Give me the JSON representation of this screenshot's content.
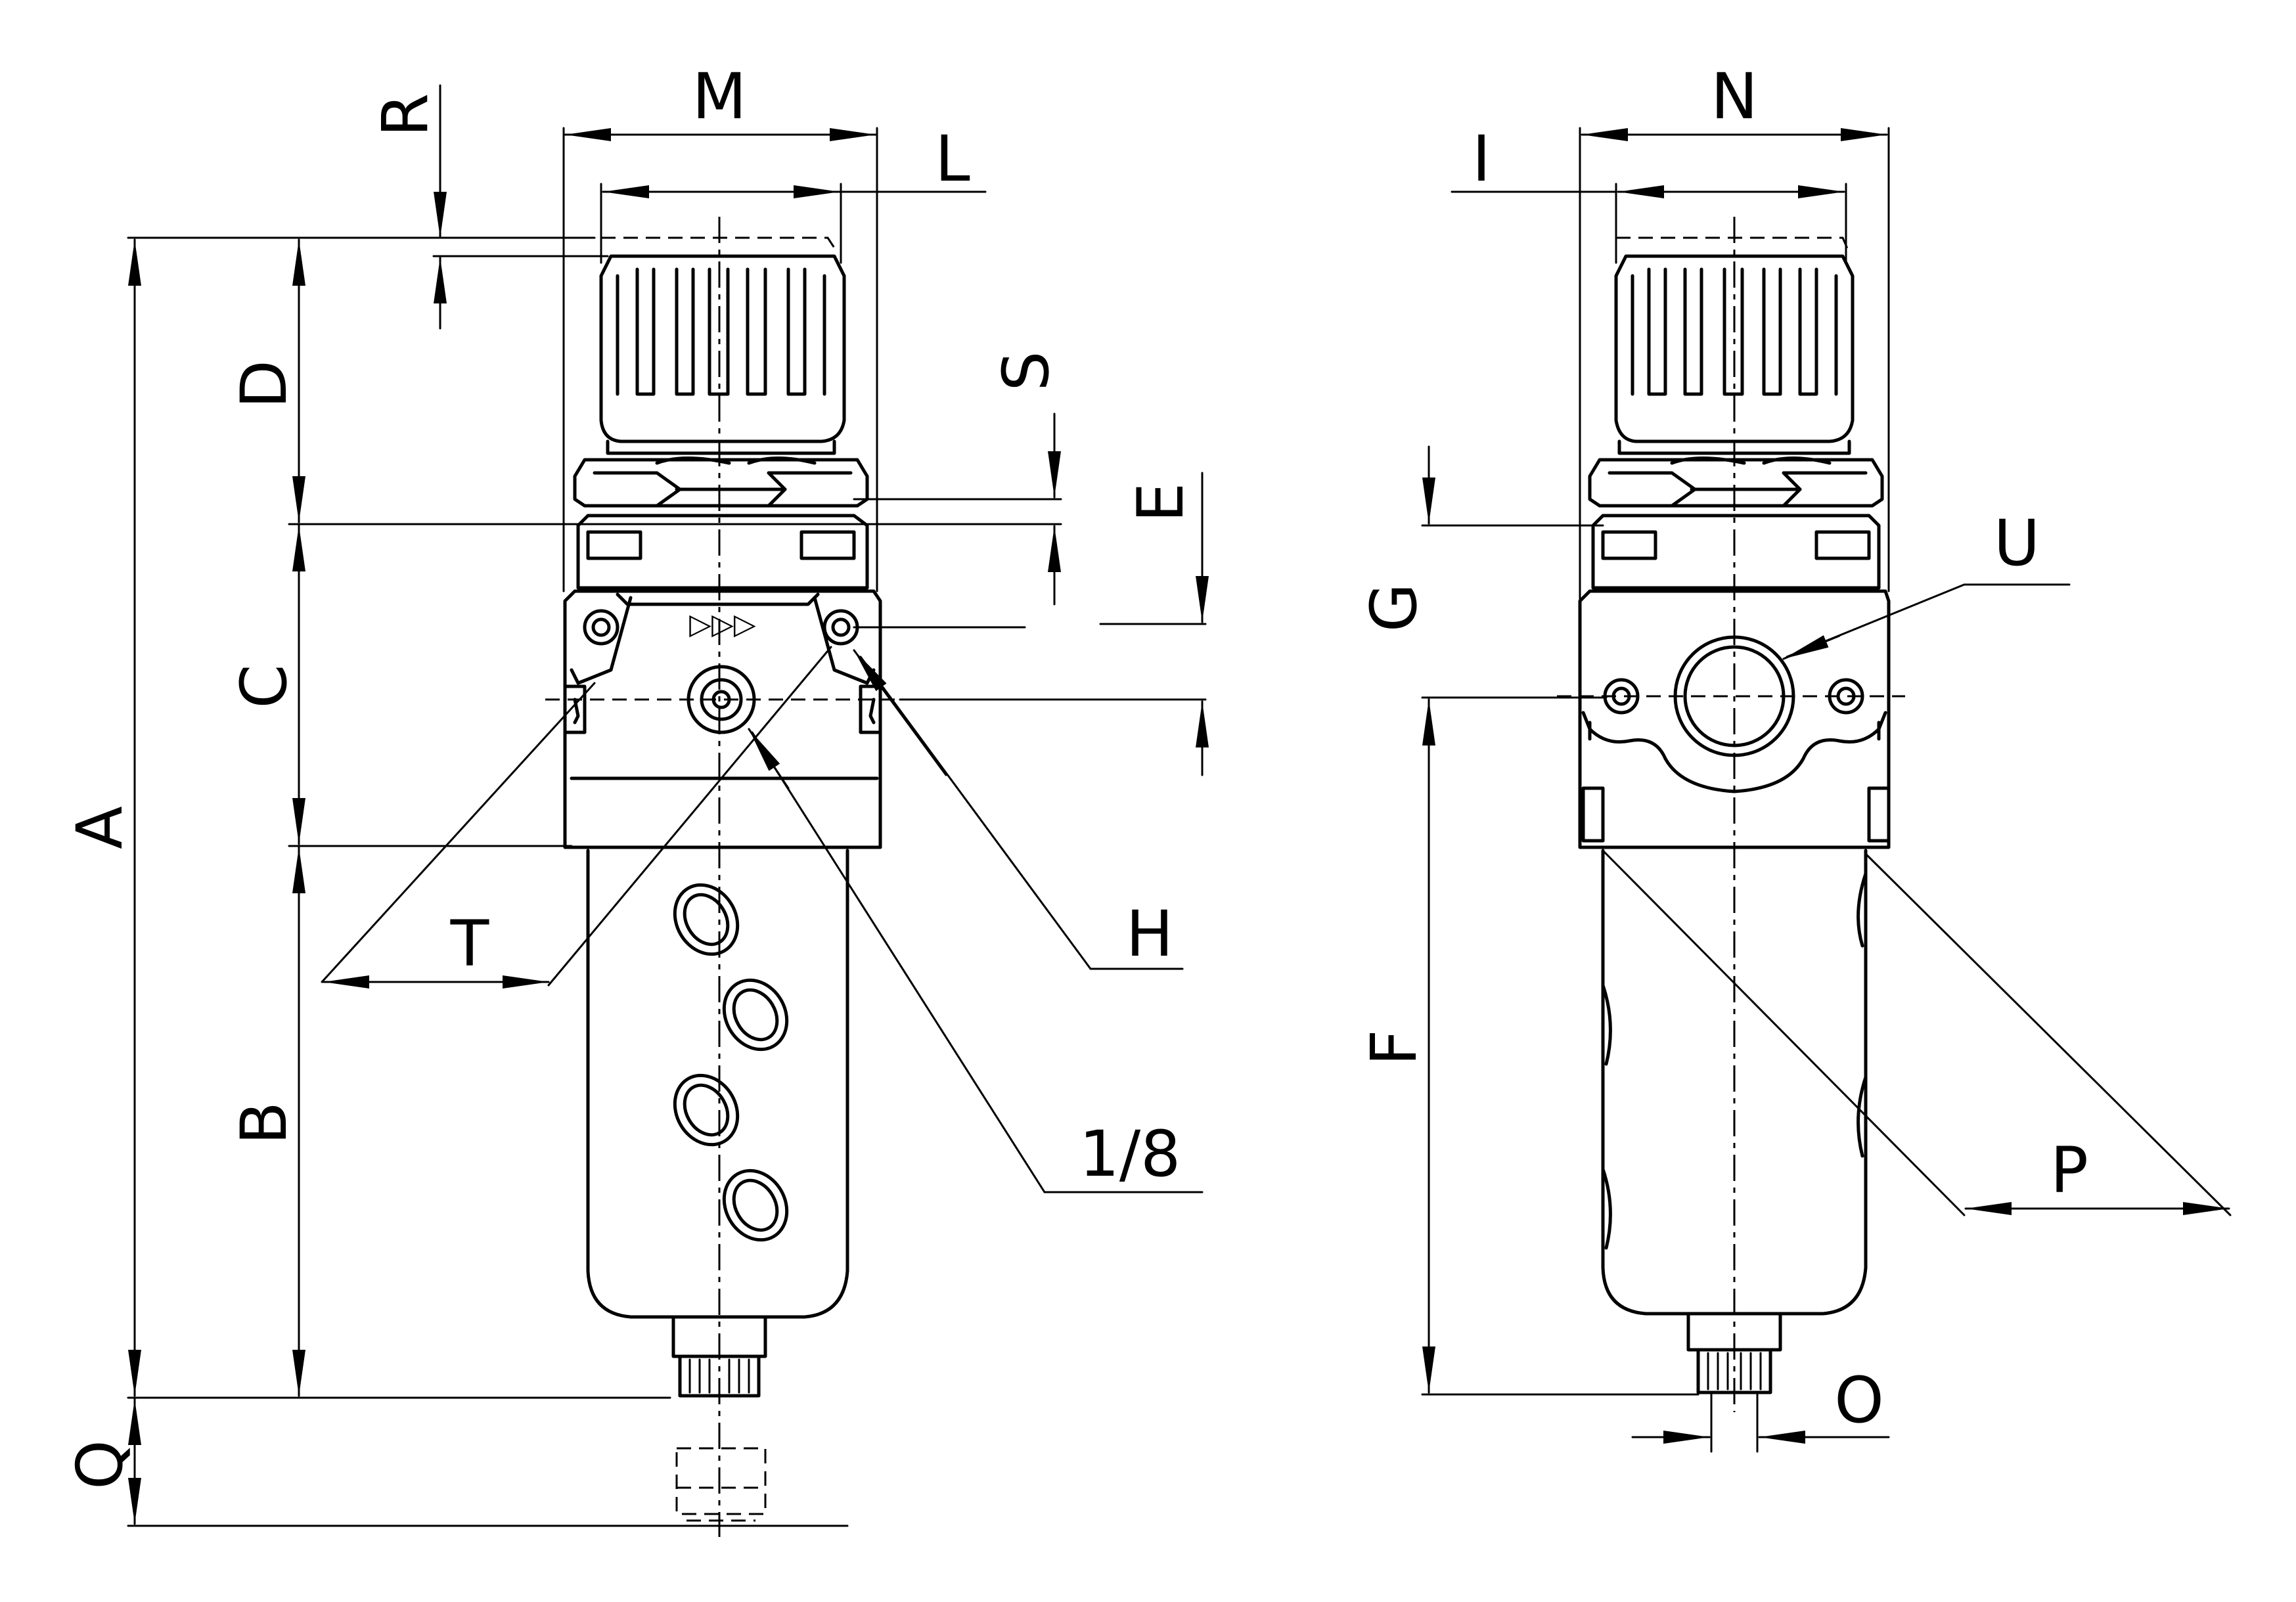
{
  "labels": {
    "A": "A",
    "B": "B",
    "C": "C",
    "D": "D",
    "E": "E",
    "F": "F",
    "G": "G",
    "H": "H",
    "I": "I",
    "L": "L",
    "M": "M",
    "N": "N",
    "O": "O",
    "P": "P",
    "Q": "Q",
    "R": "R",
    "S": "S",
    "T": "T",
    "U": "U",
    "port": "1/8",
    "flow_symbol": "▷▷▷"
  }
}
